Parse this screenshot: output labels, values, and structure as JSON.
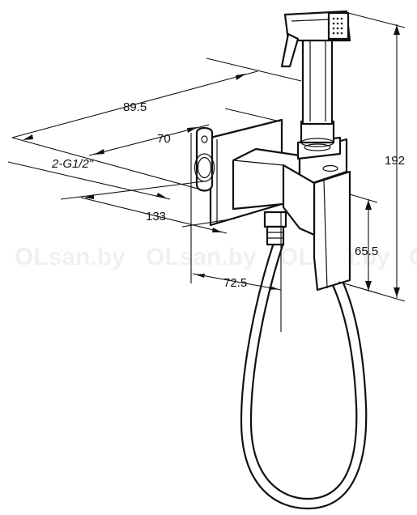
{
  "dimensions": {
    "top_horizontal": "89.5",
    "plate_width": "70",
    "connection": "2-G1/2\"",
    "depth": "133",
    "outlet_offset": "72.5",
    "outlet_height": "65.5",
    "total_height": "192"
  },
  "watermark": [
    "OLsan.by",
    "OLsan.by",
    "OLsan.by",
    "OLsan.by"
  ]
}
